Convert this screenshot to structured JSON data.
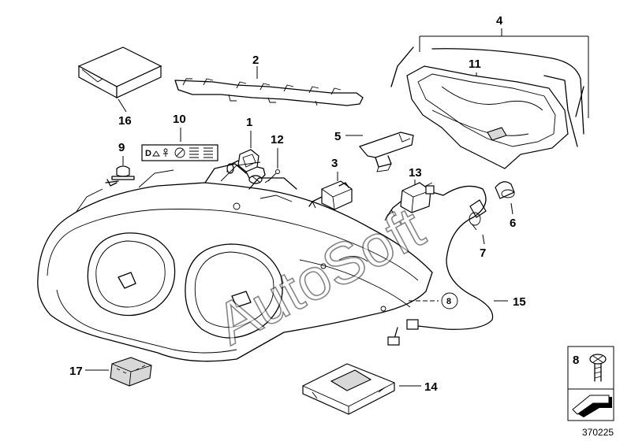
{
  "watermark": "AutoSoft",
  "diagram_id": "370225",
  "callouts": {
    "c1": "1",
    "c2": "2",
    "c3": "3",
    "c4": "4",
    "c5": "5",
    "c6": "6",
    "c7": "7",
    "c8": "8",
    "c9": "9",
    "c10": "10",
    "c11": "11",
    "c12": "12",
    "c13": "13",
    "c14": "14",
    "c15": "15",
    "c16": "16",
    "c17": "17"
  },
  "ref_circle": "8",
  "inset_label": "8",
  "label_plate_text": "D",
  "icon_names": [
    "headlight-housing-icon",
    "bulb-icon",
    "screw-icon",
    "connector-icon",
    "ballast-icon",
    "cable-icon",
    "arrow-icon"
  ]
}
